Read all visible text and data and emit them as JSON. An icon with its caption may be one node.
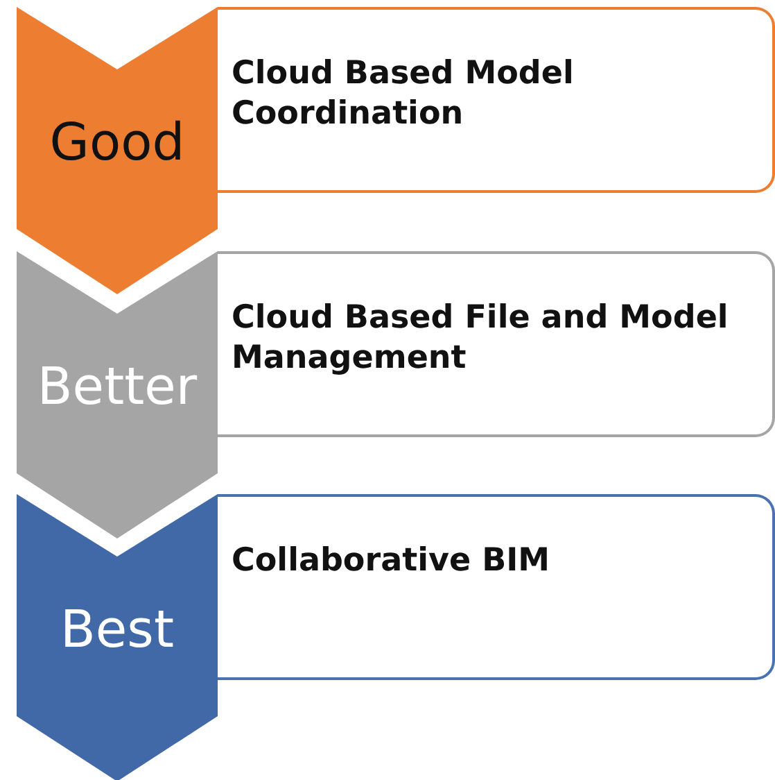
{
  "diagram": {
    "nodes": [
      {
        "text": [
          "Good"
        ]
      },
      {
        "text": [
          "Cloud Based Model Coordination"
        ]
      },
      {
        "text": [
          "Better"
        ]
      },
      {
        "text": [
          "Cloud Based File and Model Management"
        ]
      },
      {
        "text": [
          "Best"
        ]
      },
      {
        "text": [
          "Collaborative BIM"
        ]
      }
    ]
  }
}
